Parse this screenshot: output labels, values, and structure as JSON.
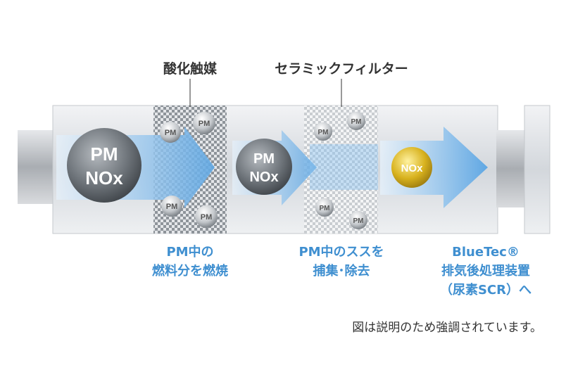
{
  "labels": {
    "catalyst": "酸化触媒",
    "filter": "セラミックフィルター"
  },
  "particles": {
    "pm": "PM",
    "nox": "NOx"
  },
  "captions": {
    "catalyst": [
      "PM中の",
      "燃料分を燃焼"
    ],
    "filter": [
      "PM中のススを",
      "捕集･除去"
    ],
    "bluetec": [
      "BlueTec®",
      "排気後処理装置",
      "（尿素SCR）へ"
    ]
  },
  "note": "図は説明のため強調されています。",
  "colors": {
    "arrow": "#6aaee6",
    "caption": "#3f8fd0",
    "nox_gold": "#c9a21a",
    "pipe": "#d9dde2"
  }
}
